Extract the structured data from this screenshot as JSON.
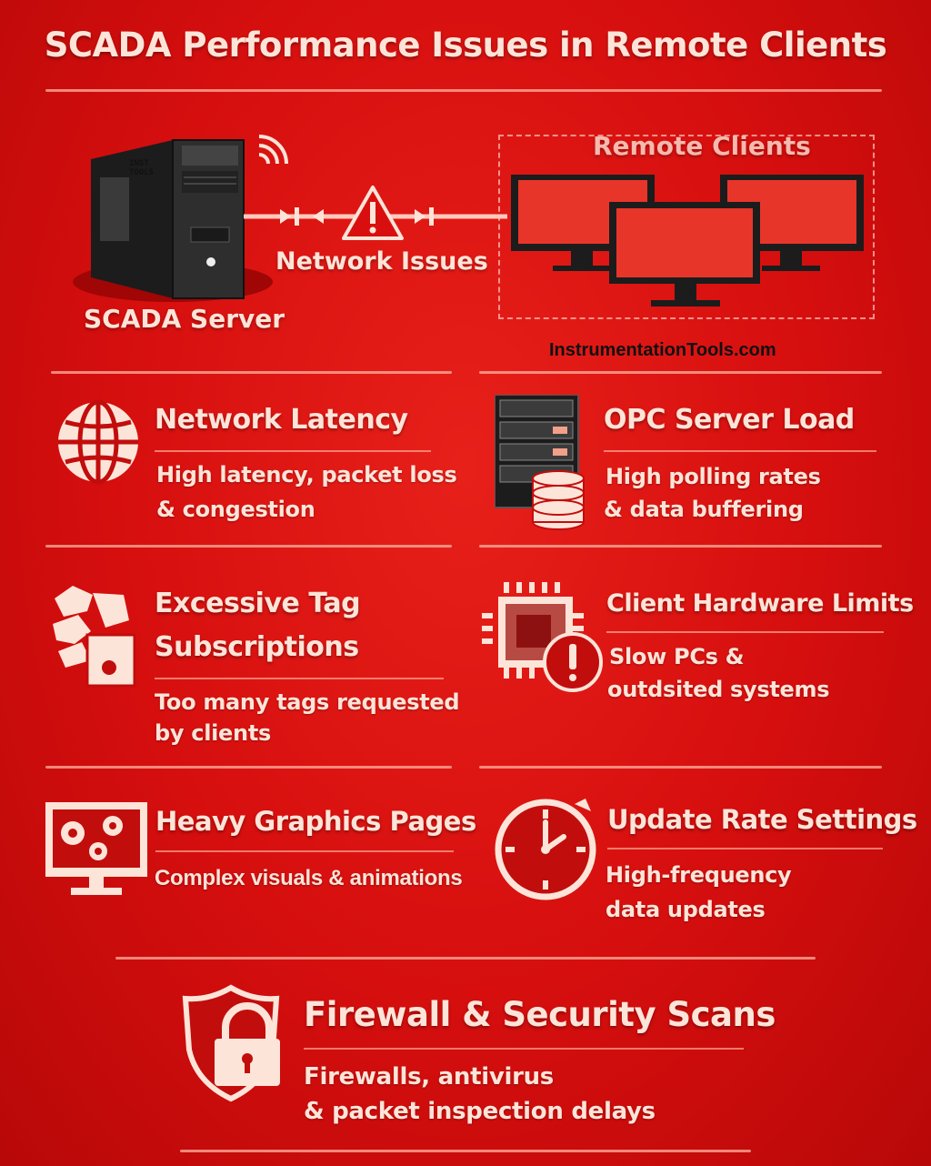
{
  "title": "SCADA Performance Issues in Remote Clients",
  "diagram": {
    "server_label": "SCADA Server",
    "server_badge": "INST TOOLS",
    "network_label": "Network Issues",
    "clients_label": "Remote Clients",
    "watermark": "InstrumentationTools.com"
  },
  "issues": [
    {
      "title": "Network Latency",
      "desc1": "High latency, packet loss",
      "desc2": "& congestion",
      "icon": "globe-icon"
    },
    {
      "title": "OPC Server Load",
      "desc1": "High polling rates",
      "desc2": "& data buffering",
      "icon": "server-database-icon"
    },
    {
      "title1": "Excessive Tag",
      "title2": "Subscriptions",
      "desc1": "Too many tags requested",
      "desc2": "by clients",
      "icon": "tags-icon"
    },
    {
      "title": "Client Hardware Limits",
      "desc1": "Slow PCs &",
      "desc2": "outdsited systems",
      "icon": "cpu-warning-icon"
    },
    {
      "title": "Heavy Graphics Pages",
      "desc1": "Complex visuals & animations",
      "icon": "monitor-gears-icon"
    },
    {
      "title": "Update Rate Settings",
      "desc1": "High-frequency",
      "desc2": "data updates",
      "icon": "clock-icon"
    },
    {
      "title": "Firewall & Security Scans",
      "desc1": "Firewalls, antivirus",
      "desc2": "& packet inspection  delays",
      "icon": "shield-lock-icon"
    }
  ],
  "colors": {
    "background": "#d90f0f",
    "text": "#fde4d8",
    "dark": "#1a1a1a"
  }
}
